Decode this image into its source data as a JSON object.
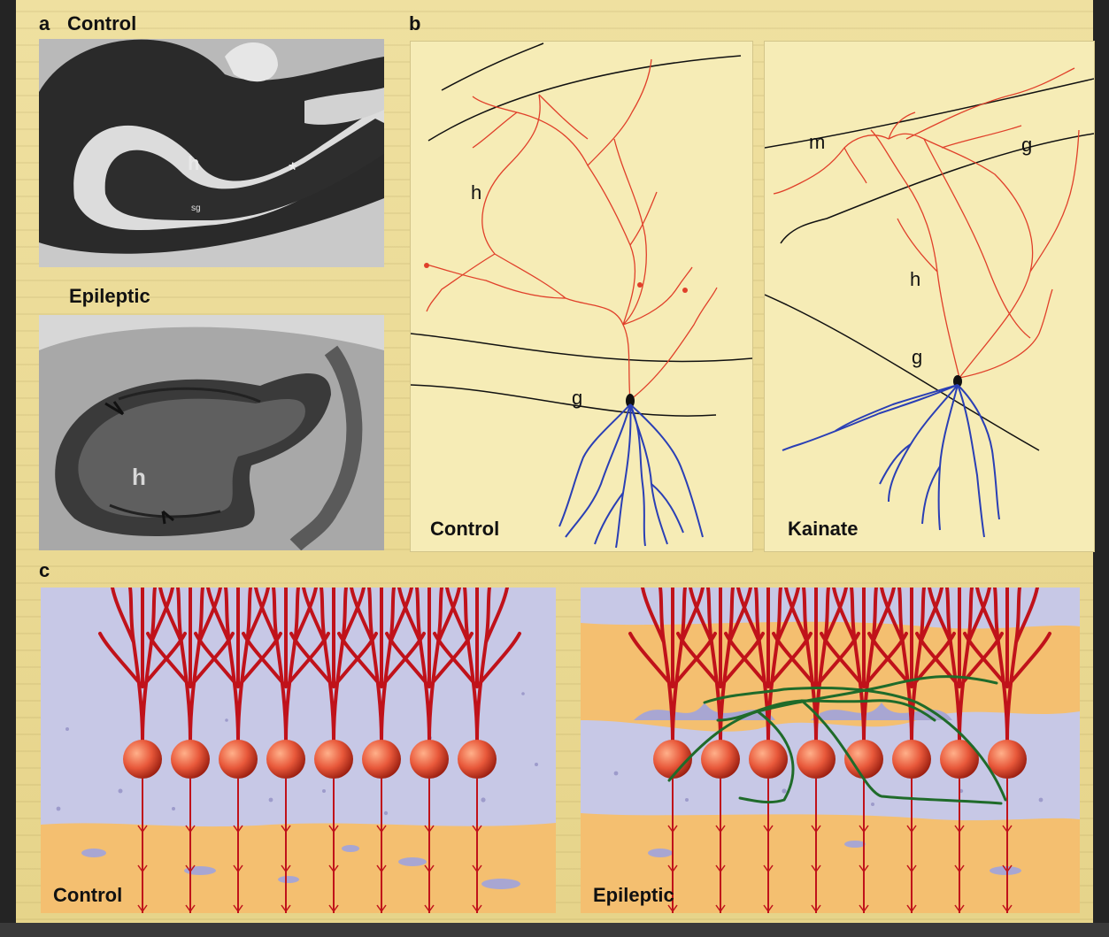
{
  "panels": {
    "a": {
      "letter": "a",
      "top_title": "Control",
      "bottom_title": "Epileptic",
      "top_labels": {
        "h": "h",
        "asterisk": "*",
        "sg": "sg"
      },
      "bottom_labels": {
        "h": "h"
      }
    },
    "b": {
      "letter": "b",
      "left": {
        "caption": "Control",
        "labels": {
          "h": "h",
          "g": "g"
        }
      },
      "right": {
        "caption": "Kainate",
        "labels": {
          "m": "m",
          "g_top": "g",
          "h": "h",
          "g_bottom": "g"
        }
      }
    },
    "c": {
      "letter": "c",
      "left_caption": "Control",
      "right_caption": "Epileptic"
    }
  },
  "colors": {
    "axon_red": "#e0402a",
    "dendrite_blue": "#2a3fb5",
    "neuron_red": "#c0121a",
    "mossy_green": "#1f6b2a",
    "layer_orange": "#f4bf70",
    "layer_lilac": "#c7c8e6"
  }
}
